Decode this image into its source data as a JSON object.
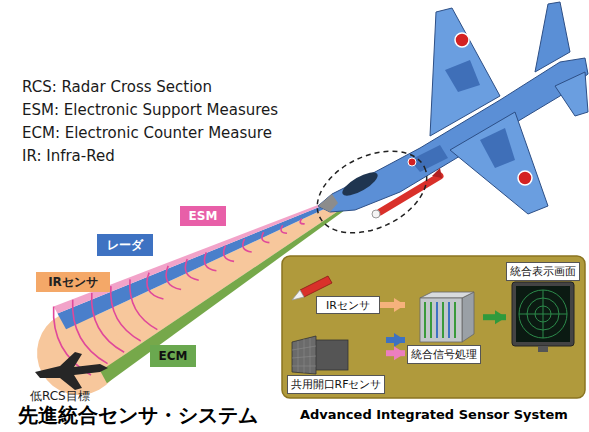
{
  "diagram": {
    "title": "先進統合センサ・システム",
    "caption": "Advanced Integrated Sensor System",
    "nodes": [
      {
        "text": [
          "ESM"
        ]
      },
      {
        "text": [
          "レーダ"
        ]
      },
      {
        "text": [
          "IRセンサ"
        ]
      },
      {
        "text": [
          "ECM"
        ]
      },
      {
        "text": [
          "IRセンサ"
        ]
      },
      {
        "text": [
          "統合信号処理"
        ]
      },
      {
        "text": [
          "共用開口RFセンサ"
        ]
      },
      {
        "text": [
          "統合表示画面"
        ]
      }
    ],
    "edges": [
      {
        "from": 4,
        "to": 5,
        "arrow": "to"
      },
      {
        "from": 6,
        "to": 5,
        "arrow": "to"
      },
      {
        "from": 6,
        "to": 5,
        "arrow": "to"
      },
      {
        "from": 5,
        "to": 7,
        "arrow": "to"
      }
    ],
    "labels": [
      "RCS: Radar Cross Section",
      "ESM: Electronic Support Measures",
      "ECM: Electronic Counter Measure",
      "IR: Infra-Red",
      "低RCS目標"
    ]
  }
}
